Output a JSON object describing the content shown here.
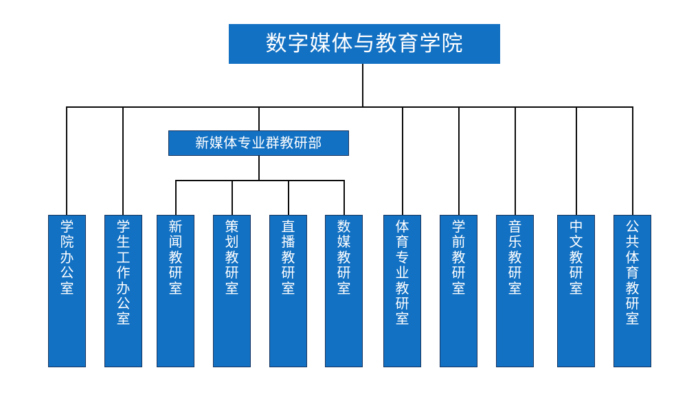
{
  "diagram": {
    "type": "organizational-chart",
    "title": "数字媒体与教育学院",
    "background_color": "#FFFFFF",
    "node_fill_color": "#1371C3",
    "node_border_color": "#16325C",
    "node_text_color": "#FFFFFF",
    "connector_color": "#0A0A0A"
  },
  "root": {
    "label": "数字媒体与教育学院"
  },
  "subdepartment": {
    "label": "新媒体专业群教研部"
  },
  "leaves": [
    {
      "label": "学院办公室",
      "parent": "root"
    },
    {
      "label": "学生工作办公室",
      "parent": "root"
    },
    {
      "label": "新闻教研室",
      "parent": "subdepartment"
    },
    {
      "label": "策划教研室",
      "parent": "subdepartment"
    },
    {
      "label": "直播教研室",
      "parent": "subdepartment"
    },
    {
      "label": "数媒教研室",
      "parent": "subdepartment"
    },
    {
      "label": "体育专业教研室",
      "parent": "root"
    },
    {
      "label": "学前教研室",
      "parent": "root"
    },
    {
      "label": "音乐教研室",
      "parent": "root"
    },
    {
      "label": "中文教研室",
      "parent": "root"
    },
    {
      "label": "公共体育教研室",
      "parent": "root"
    }
  ]
}
